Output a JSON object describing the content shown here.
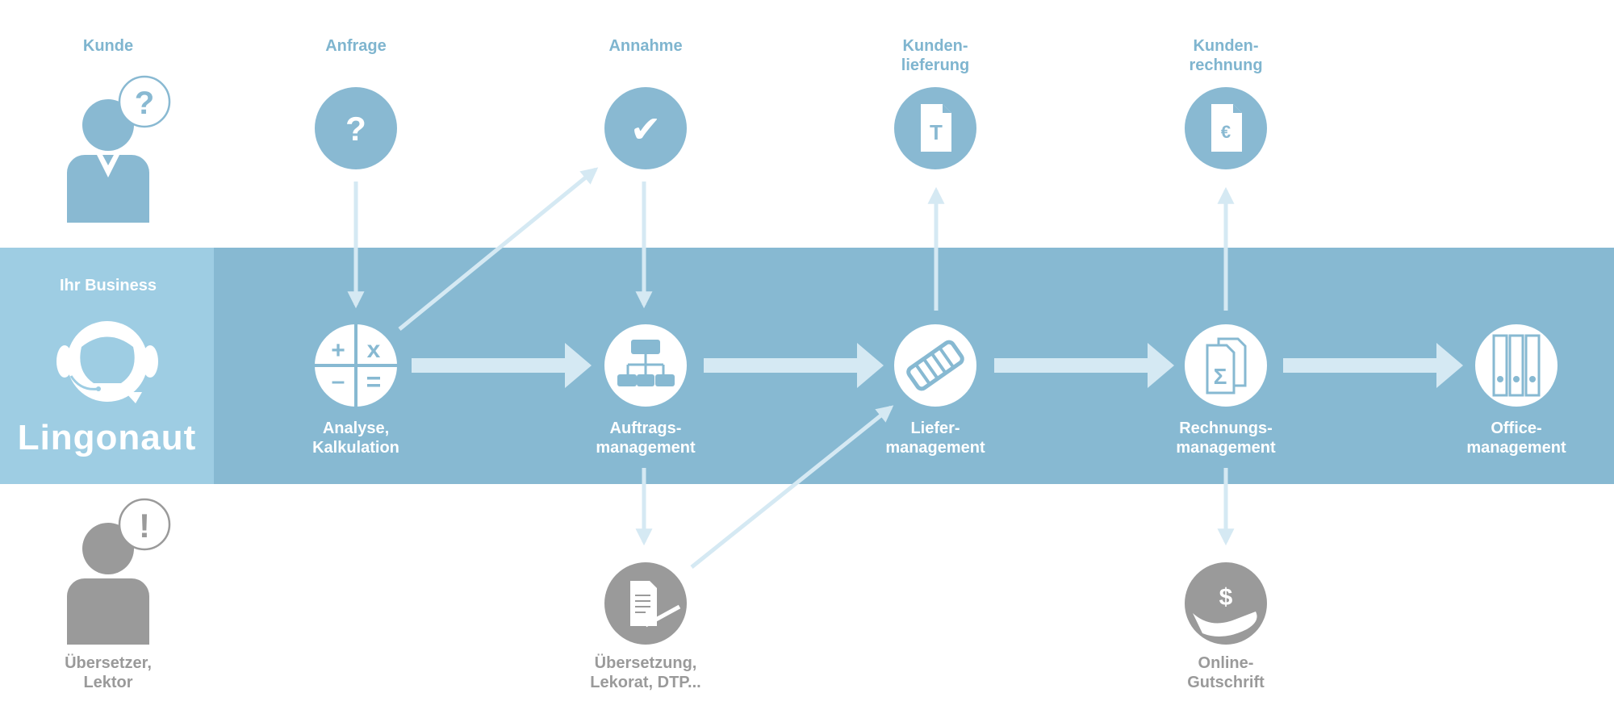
{
  "colors": {
    "band": "#87b9d2",
    "band_left": "#9ecde3",
    "customer_blue": "#89b9d2",
    "translator_grey": "#9a9a9a",
    "arrow_light": "#d5e9f3",
    "white": "#ffffff"
  },
  "labels": {
    "kunde": "Kunde",
    "anfrage": "Anfrage",
    "annahme": "Annahme",
    "kundenlieferung_1": "Kunden-",
    "kundenlieferung_2": "lieferung",
    "kundenrechnung_1": "Kunden-",
    "kundenrechnung_2": "rechnung",
    "business": "Ihr Business",
    "brand": "Lingonaut",
    "analyse_1": "Analyse,",
    "analyse_2": "Kalkulation",
    "auftrag_1": "Auftrags-",
    "auftrag_2": "management",
    "liefer_1": "Liefer-",
    "liefer_2": "management",
    "rechnung_1": "Rechnungs-",
    "rechnung_2": "management",
    "office_1": "Office-",
    "office_2": "management",
    "uebersetzer_1": "Übersetzer,",
    "uebersetzer_2": "Lektor",
    "uebersetzung_1": "Übersetzung,",
    "uebersetzung_2": "Lekorat, DTP...",
    "online_1": "Online-",
    "online_2": "Gutschrift"
  },
  "icons": {
    "customer": "customer-question-icon",
    "anfrage": "question-icon",
    "annahme": "checkmark-icon",
    "kundenlieferung": "text-document-icon",
    "kundenrechnung": "euro-document-icon",
    "lingonaut": "astronaut-helmet-icon",
    "analyse": "calculator-icon",
    "auftrag": "org-chart-icon",
    "liefer": "handshake-icon",
    "rechnung": "sum-documents-icon",
    "office": "binders-icon",
    "translator": "translator-exclamation-icon",
    "uebersetzung": "document-pen-icon",
    "online": "hand-dollar-icon"
  },
  "glyphs": {
    "question": "?",
    "exclamation": "!",
    "check": "✔",
    "text": "T",
    "euro": "€",
    "plus": "+",
    "times": "x",
    "minus": "–",
    "equals": "=",
    "sigma": "Σ",
    "dollar": "$"
  }
}
